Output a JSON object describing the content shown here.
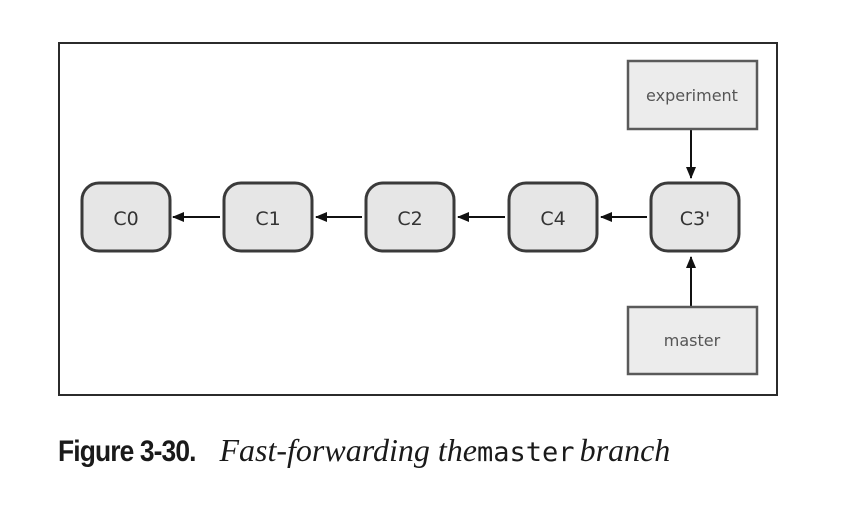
{
  "diagram": {
    "commits": [
      {
        "id": "c0",
        "label": "C0"
      },
      {
        "id": "c1",
        "label": "C1"
      },
      {
        "id": "c2",
        "label": "C2"
      },
      {
        "id": "c4",
        "label": "C4"
      },
      {
        "id": "c3p",
        "label": "C3'"
      }
    ],
    "branches": [
      {
        "id": "experiment",
        "label": "experiment",
        "target": "c3p"
      },
      {
        "id": "master",
        "label": "master",
        "target": "c3p"
      }
    ],
    "edges": [
      {
        "from": "c1",
        "to": "c0"
      },
      {
        "from": "c2",
        "to": "c1"
      },
      {
        "from": "c4",
        "to": "c2"
      },
      {
        "from": "c3p",
        "to": "c4"
      }
    ],
    "colors": {
      "node_fill": "#e6e6e6",
      "node_stroke": "#3a3a3a",
      "branch_fill": "#ececec",
      "branch_stroke": "#5a5a5a",
      "arrow": "#111111"
    }
  },
  "caption": {
    "label": "Figure 3-30.",
    "text_pre": "Fast-forwarding the",
    "code": "master",
    "text_post": "branch"
  }
}
